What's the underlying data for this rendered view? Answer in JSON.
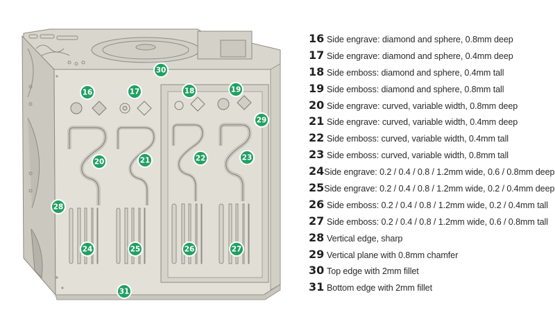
{
  "legend": [
    {
      "num": "16",
      "text": "Side engrave: diamond and sphere, 0.8mm deep"
    },
    {
      "num": "17",
      "text": "Side engrave: diamond and sphere, 0.4mm deep"
    },
    {
      "num": "18",
      "text": "Side emboss: diamond and sphere, 0.4mm tall"
    },
    {
      "num": "19",
      "text": "Side emboss: diamond and sphere, 0.8mm tall"
    },
    {
      "num": "20",
      "text": "Side engrave: curved, variable width, 0.8mm deep"
    },
    {
      "num": "21",
      "text": "Side engrave: curved, variable width, 0.4mm deep"
    },
    {
      "num": "22",
      "text": "Side emboss: curved, variable width, 0.4mm tall"
    },
    {
      "num": "23",
      "text": "Side emboss: curved, variable width, 0.8mm tall"
    },
    {
      "num": "24",
      "text": "Side engrave: 0.2 / 0.4 / 0.8 / 1.2mm wide, 0.6 / 0.8mm deep"
    },
    {
      "num": "25",
      "text": "Side engrave: 0.2 / 0.4 / 0.8 / 1.2mm wide, 0.2 / 0.4mm deep"
    },
    {
      "num": "26",
      "text": "Side emboss: 0.2 / 0.4 / 0.8 / 1.2mm wide, 0.2 / 0.4mm tall"
    },
    {
      "num": "27",
      "text": "Side emboss: 0.2 / 0.4 / 0.8 / 1.2mm wide, 0.6 / 0.8mm tall"
    },
    {
      "num": "28",
      "text": "Vertical edge, sharp"
    },
    {
      "num": "29",
      "text": "Vertical plane with 0.8mm chamfer"
    },
    {
      "num": "30",
      "text": "Top edge with 2mm fillet"
    },
    {
      "num": "31",
      "text": "Bottom edge with 2mm fillet"
    }
  ],
  "badges": [
    "16",
    "17",
    "18",
    "19",
    "20",
    "21",
    "22",
    "23",
    "24",
    "25",
    "26",
    "27",
    "28",
    "29",
    "30",
    "31"
  ],
  "colors": {
    "badge": "#22a063",
    "model_face": "#dcd9d0",
    "model_edge": "#8a877e"
  }
}
